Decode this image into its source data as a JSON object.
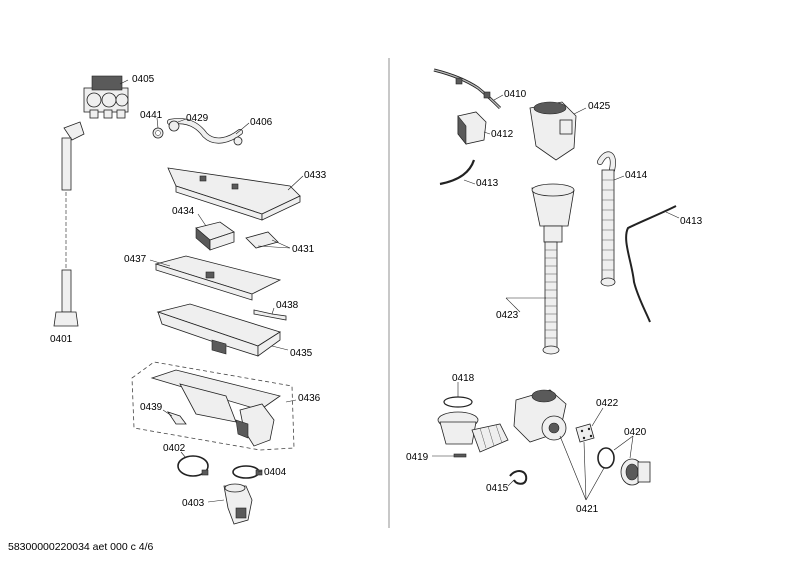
{
  "footer_text": "58300000220034 aet 000 c 4/6",
  "labels": {
    "p0405": "0405",
    "p0441": "0441",
    "p0429": "0429",
    "p0406": "0406",
    "p0433": "0433",
    "p0434": "0434",
    "p0431": "0431",
    "p0437": "0437",
    "p0438": "0438",
    "p0435": "0435",
    "p0401": "0401",
    "p0436": "0436",
    "p0439": "0439",
    "p0402": "0402",
    "p0404": "0404",
    "p0403": "0403",
    "p0410": "0410",
    "p0425": "0425",
    "p0412": "0412",
    "p0413a": "0413",
    "p0414": "0414",
    "p0413b": "0413",
    "p0423": "0423",
    "p0418": "0418",
    "p0422": "0422",
    "p0420": "0420",
    "p0419": "0419",
    "p0415": "0415",
    "p0421": "0421"
  }
}
